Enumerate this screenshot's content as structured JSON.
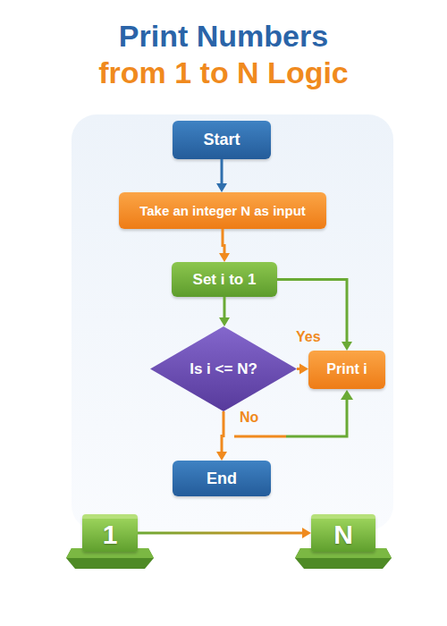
{
  "diagram": {
    "title": "Print Numbers from 1 to N Logic",
    "nodes": [
      {
        "text": [
          "Start"
        ]
      },
      {
        "text": [
          "Take an integer N as input"
        ]
      },
      {
        "text": [
          "Set i to 1"
        ]
      },
      {
        "text": [
          "Is i <= N?"
        ]
      },
      {
        "text": [
          "Print i"
        ]
      },
      {
        "text": [
          "End"
        ]
      },
      {
        "text": [
          "1"
        ]
      },
      {
        "text": [
          "N"
        ]
      }
    ],
    "edges": [
      {
        "from": 0,
        "to": 1,
        "arrow": "to"
      },
      {
        "from": 1,
        "to": 2,
        "arrow": "to"
      },
      {
        "from": 2,
        "to": 3,
        "arrow": "to"
      },
      {
        "from": 2,
        "to": 4,
        "arrow": "to"
      },
      {
        "from": 3,
        "to": 4,
        "label": "Yes",
        "arrow": "to"
      },
      {
        "from": 3,
        "to": 5,
        "label": "No",
        "arrow": "to"
      },
      {
        "from": 6,
        "to": 7,
        "arrow": "to"
      }
    ]
  }
}
